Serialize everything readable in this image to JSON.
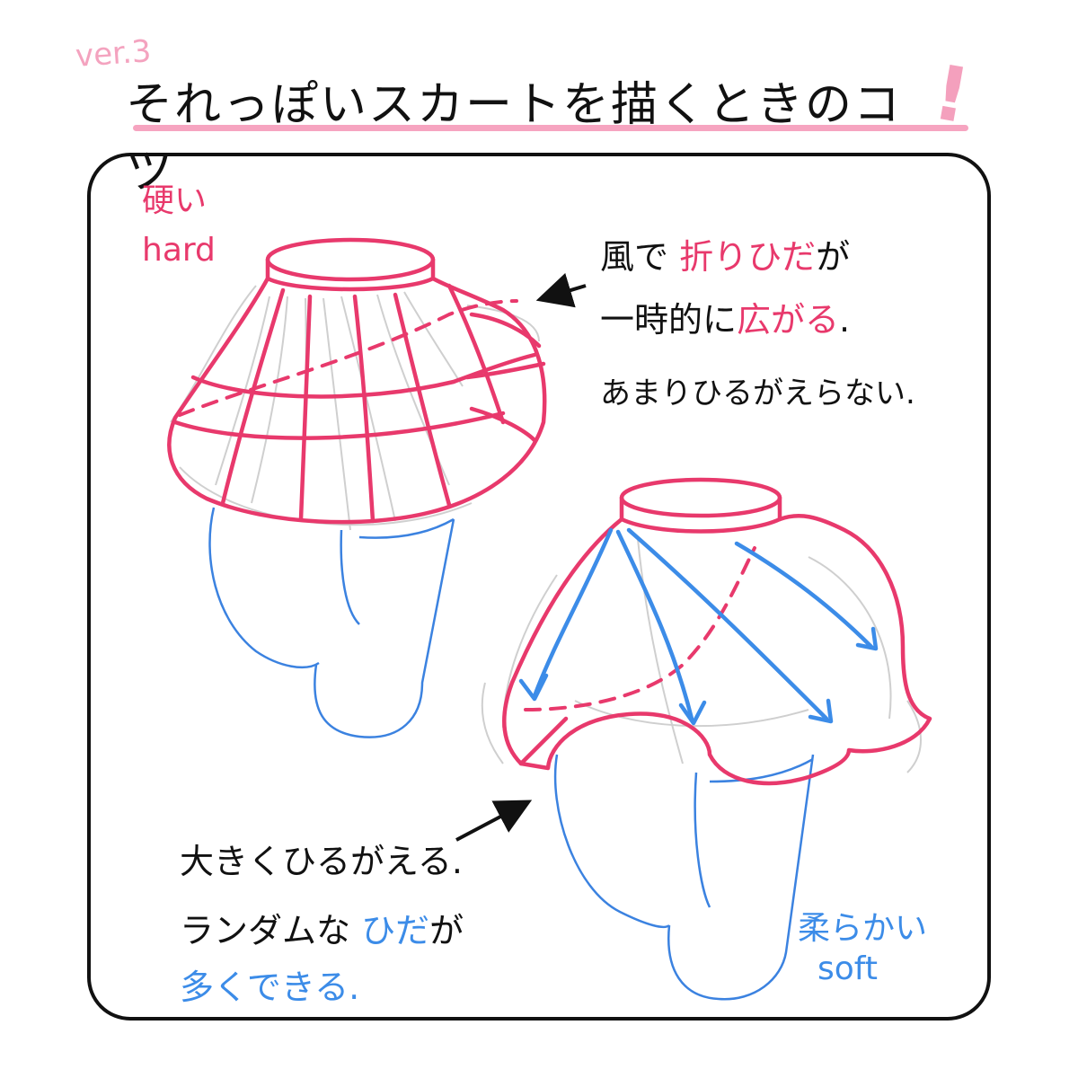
{
  "header": {
    "version": "ver.3",
    "title": "それっぽいスカートを描くときのコツ",
    "exclamation": "!"
  },
  "hard_skirt": {
    "tag_jp": "硬い",
    "tag_en": "hard",
    "note1_prefix": "風で",
    "note1_highlight": "折りひだ",
    "note1_suffix": "が",
    "note2_prefix": "一時的に",
    "note2_highlight": "広がる",
    "note2_suffix": ".",
    "note3": "あまりひるがえらない."
  },
  "soft_skirt": {
    "tag_jp": "柔らかい",
    "tag_en": "soft",
    "note1": "大きくひるがえる.",
    "note2_prefix": "ランダムな",
    "note2_highlight": "ひだ",
    "note2_suffix": "が",
    "note3": "多くできる."
  },
  "colors": {
    "pink": "#e8396c",
    "blue": "#3c8ce8",
    "light_pink": "#f6a4c0",
    "sketch_gray": "#cfcfcf",
    "leg_blue": "#3b82e0"
  }
}
